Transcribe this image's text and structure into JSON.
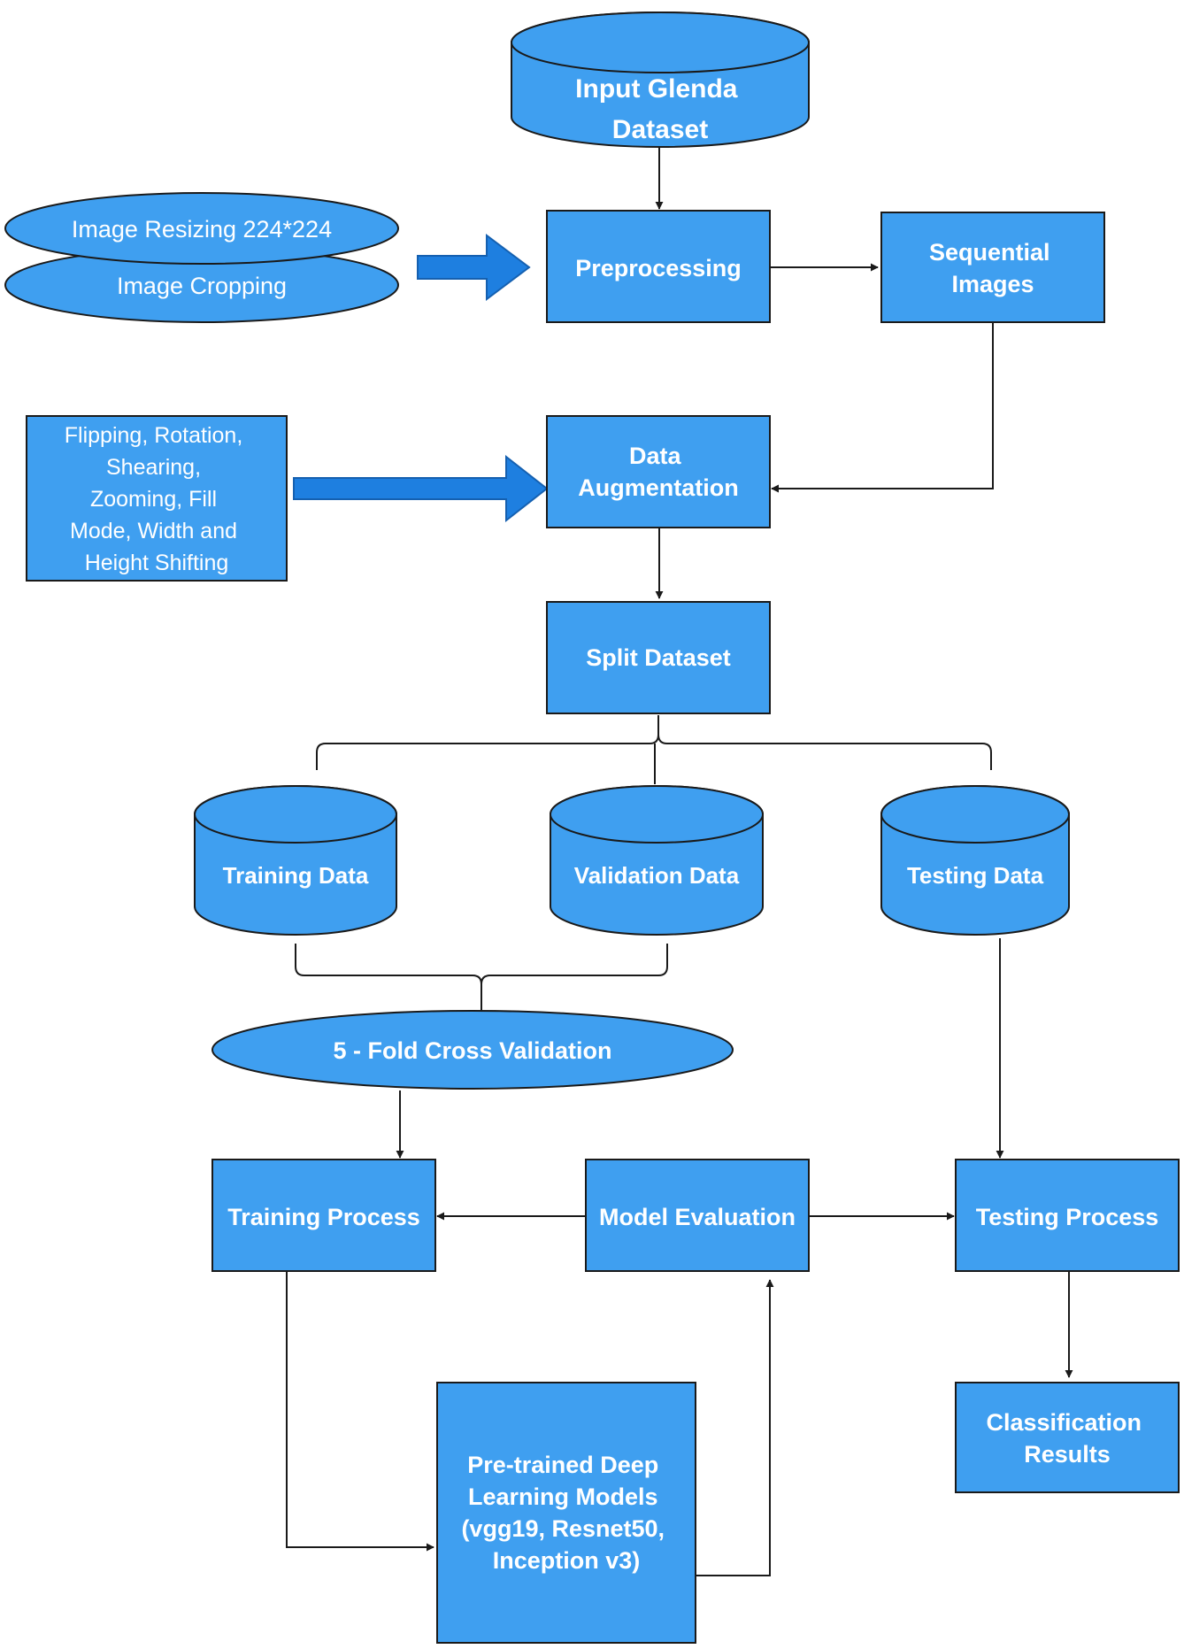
{
  "colors": {
    "node_fill": "#3f9ff0",
    "node_stroke": "#1a1a1a",
    "big_arrow_fill": "#1e7fe0",
    "text": "#ffffff",
    "background": "#ffffff"
  },
  "nodes": {
    "input_dataset": {
      "shape": "cylinder",
      "lines": [
        "Input Glenda",
        "Dataset"
      ]
    },
    "image_resizing": {
      "shape": "ellipse",
      "lines": [
        "Image Resizing 224*224"
      ]
    },
    "image_cropping": {
      "shape": "ellipse",
      "lines": [
        "Image Cropping"
      ]
    },
    "preprocessing": {
      "shape": "box",
      "lines": [
        "Preprocessing"
      ]
    },
    "sequential_images": {
      "shape": "box",
      "lines": [
        "Sequential",
        "Images"
      ]
    },
    "augmentation_ops": {
      "shape": "box",
      "lines": [
        "Flipping, Rotation,",
        "Shearing,",
        "Zooming, Fill",
        "Mode, Width and",
        "Height Shifting"
      ]
    },
    "data_augmentation": {
      "shape": "box",
      "lines": [
        "Data",
        "Augmentation"
      ]
    },
    "split_dataset": {
      "shape": "box",
      "lines": [
        "Split Dataset"
      ]
    },
    "training_data": {
      "shape": "cylinder",
      "lines": [
        "Training Data"
      ]
    },
    "validation_data": {
      "shape": "cylinder",
      "lines": [
        "Validation Data"
      ]
    },
    "testing_data": {
      "shape": "cylinder",
      "lines": [
        "Testing Data"
      ]
    },
    "cross_validation": {
      "shape": "ellipse",
      "lines": [
        "5 - Fold Cross Validation"
      ]
    },
    "training_process": {
      "shape": "box",
      "lines": [
        "Training Process"
      ]
    },
    "model_evaluation": {
      "shape": "box",
      "lines": [
        "Model Evaluation"
      ]
    },
    "testing_process": {
      "shape": "box",
      "lines": [
        "Testing Process"
      ]
    },
    "pretrained_models": {
      "shape": "box",
      "lines": [
        "Pre-trained Deep",
        "Learning Models",
        "(vgg19, Resnet50,",
        "Inception v3)"
      ]
    },
    "classification_results": {
      "shape": "box",
      "lines": [
        "Classification",
        "Results"
      ]
    }
  },
  "edges": [
    {
      "from": "input_dataset",
      "to": "preprocessing"
    },
    {
      "from": "image_resizing",
      "to": "preprocessing",
      "style": "block-arrow"
    },
    {
      "from": "preprocessing",
      "to": "sequential_images"
    },
    {
      "from": "sequential_images",
      "to": "data_augmentation"
    },
    {
      "from": "augmentation_ops",
      "to": "data_augmentation",
      "style": "block-arrow"
    },
    {
      "from": "data_augmentation",
      "to": "split_dataset"
    },
    {
      "from": "split_dataset",
      "to": [
        "training_data",
        "validation_data",
        "testing_data"
      ],
      "style": "brace"
    },
    {
      "from": [
        "training_data",
        "validation_data"
      ],
      "to": "cross_validation",
      "style": "brace"
    },
    {
      "from": "cross_validation",
      "to": "training_process"
    },
    {
      "from": "testing_data",
      "to": "testing_process"
    },
    {
      "from": "model_evaluation",
      "to": "training_process"
    },
    {
      "from": "model_evaluation",
      "to": "testing_process"
    },
    {
      "from": "training_process",
      "to": "pretrained_models"
    },
    {
      "from": "pretrained_models",
      "to": "model_evaluation"
    },
    {
      "from": "testing_process",
      "to": "classification_results"
    }
  ]
}
